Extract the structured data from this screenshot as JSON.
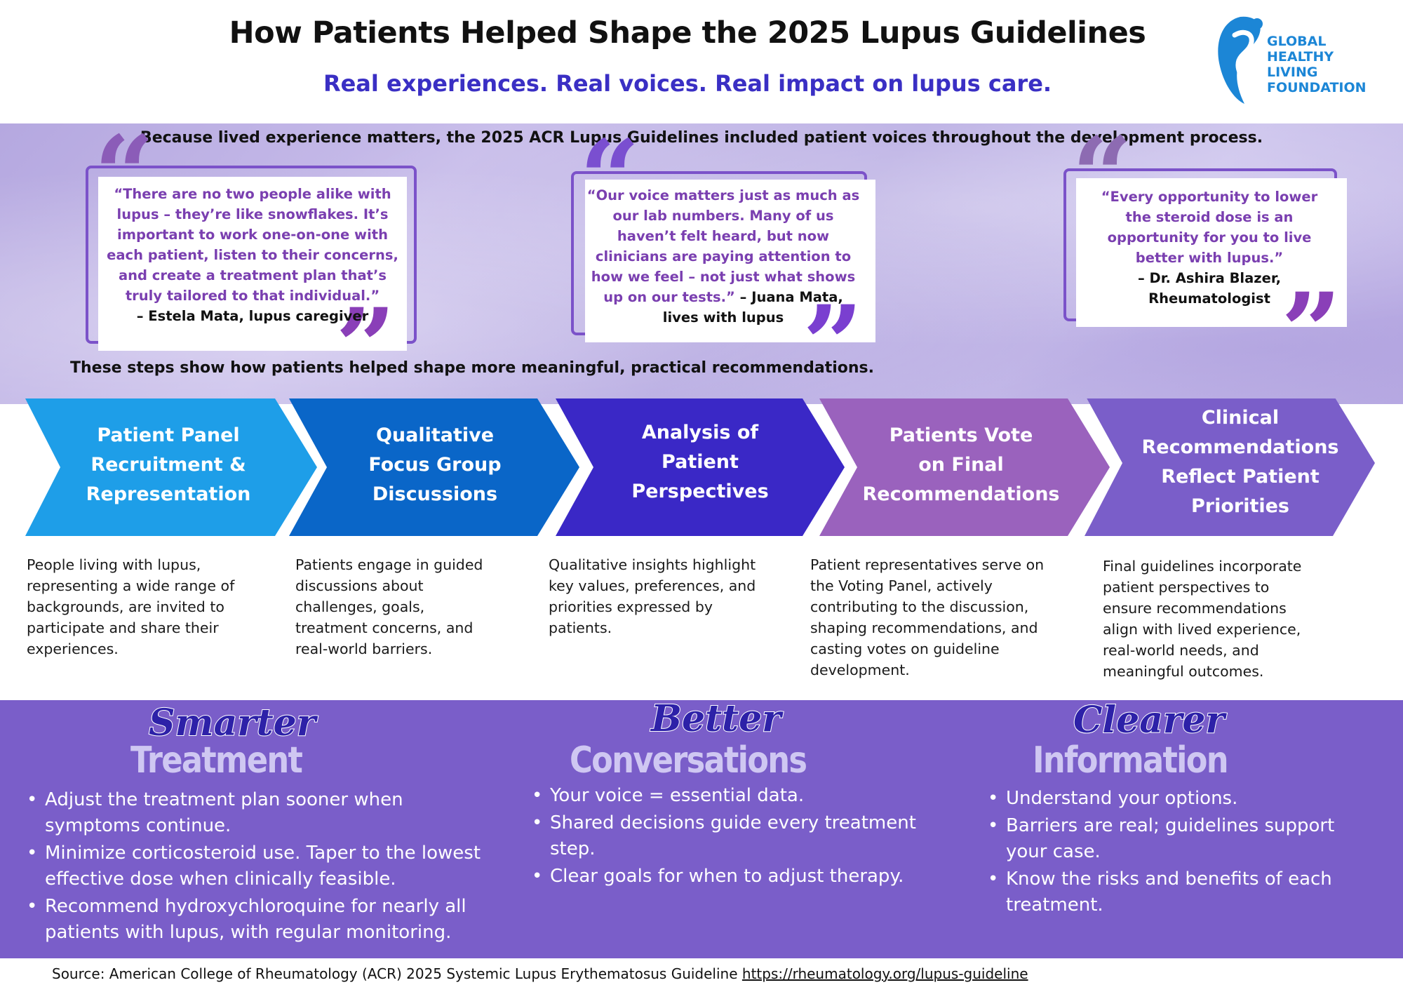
{
  "header": {
    "title": "How Patients Helped Shape the 2025 Lupus Guidelines",
    "subtitle": "Real experiences. Real voices. Real impact on lupus care."
  },
  "logo": {
    "icon": "person-figure-icon",
    "line1": "GLOBAL",
    "line2": "HEALTHY",
    "line3": "LIVING",
    "line4": "FOUNDATION",
    "color": "#1c86d6"
  },
  "intro": "Because lived experience matters, the 2025 ACR Lupus Guidelines included patient voices throughout the development process.",
  "quotes": [
    {
      "text": "“There are no two people alike with lupus – they’re like snowflakes. It’s important to work one-on-one with each patient, listen to their concerns, and create a treatment plan that’s truly tailored to that individual.”",
      "attribution": "– Estela Mata, lupus caregiver"
    },
    {
      "text": "“Our voice matters just as much as our lab numbers. Many of us haven’t felt heard, but now clinicians are paying attention to how we feel – not just what shows up on our tests.”",
      "attribution": "– Juana Mata, lives with lupus"
    },
    {
      "text": "“Every opportunity to lower the  steroid dose is an opportunity for you to live better with lupus.”",
      "attribution": "– Dr. Ashira Blazer, Rheumatologist"
    }
  ],
  "steps_intro": "These steps show how patients helped shape more meaningful, practical recommendations.",
  "steps": [
    {
      "label_lines": [
        "Patient Panel",
        "Recruitment &",
        "Representation"
      ],
      "color": "#1e9ee8",
      "description_lines": [
        "People living with lupus,",
        "representing a wide range of",
        "backgrounds, are invited to",
        "participate and share their",
        "experiences."
      ]
    },
    {
      "label_lines": [
        "Qualitative",
        "Focus Group",
        "Discussions"
      ],
      "color": "#0a66c8",
      "description_lines": [
        "Patients engage in guided",
        "discussions about",
        "challenges, goals,",
        "treatment concerns, and",
        "real-world barriers."
      ]
    },
    {
      "label_lines": [
        "Analysis of",
        "Patient",
        "Perspectives"
      ],
      "color": "#3a28c6",
      "description_lines": [
        "Qualitative insights highlight",
        "key values, preferences, and",
        "priorities expressed by",
        "patients."
      ]
    },
    {
      "label_lines": [
        "Patients Vote",
        "on Final",
        "Recommendations"
      ],
      "color": "#9a62bd",
      "description_lines": [
        "Patient representatives serve on",
        "the Voting Panel, actively",
        "contributing to the discussion,",
        "shaping recommendations, and",
        "casting votes on guideline",
        "development."
      ]
    },
    {
      "label_lines": [
        "Clinical",
        "Recommendations",
        "Reflect Patient",
        "Priorities"
      ],
      "color": "#7a5ec9",
      "description_lines": [
        "Final guidelines incorporate",
        "patient perspectives to",
        "ensure recommendations",
        "align with lived experience,",
        "real-world needs, and",
        "meaningful outcomes."
      ]
    }
  ],
  "benefits": [
    {
      "script": "Smarter",
      "heading": "Treatment",
      "bullets": [
        "Adjust the treatment plan sooner when symptoms continue.",
        "Minimize corticosteroid  use. Taper to the lowest effective dose when clinically feasible.",
        "Recommend hydroxychloroquine for nearly all patients with lupus, with regular monitoring."
      ]
    },
    {
      "script": "Better",
      "heading": "Conversations",
      "bullets": [
        "Your voice = essential data.",
        "Shared decisions guide every treatment step.",
        "Clear goals for when to adjust therapy."
      ]
    },
    {
      "script": "Clearer",
      "heading": "Information",
      "bullets": [
        "Understand your options.",
        "Barriers are real; guidelines support your case.",
        "Know the risks and benefits of each treatment."
      ]
    }
  ],
  "source": {
    "text": "Source: American College of Rheumatology (ACR) 2025 Systemic Lupus Erythematosus Guideline",
    "link": "https://rheumatology.org/lupus-guideline"
  },
  "colors": {
    "title": "#111111",
    "subtitle": "#3a2fc4",
    "quote_text": "#7a3fb0",
    "quote_frame": "#7b52c9",
    "bottom_panel": "#7a5ec9"
  }
}
